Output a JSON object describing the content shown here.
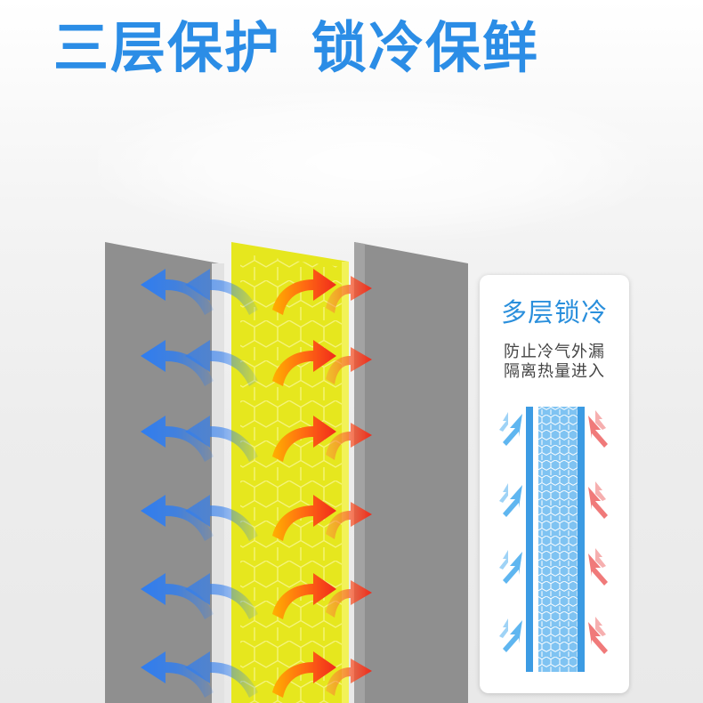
{
  "headline": {
    "part1": "三层保护",
    "part2": "锁冷保鲜"
  },
  "card": {
    "title": "多层锁冷",
    "desc_lines": [
      "防止冷气外漏",
      "隔离热量进入"
    ]
  },
  "colors": {
    "accent": "#2b8de6",
    "card_title": "#2a8fdc",
    "outer_layer": "#8f8f8f",
    "middle_layer": "#e3e41c",
    "cold_arrow": "#2f7df0",
    "hot_arrow": "#f03a1c",
    "mini_cold": "#5fb6f0",
    "mini_hot": "#f07a7a"
  },
  "icons": [
    "cold-airflow-arrow-icon",
    "heat-airflow-arrow-icon",
    "honeycomb-insulation-icon"
  ]
}
